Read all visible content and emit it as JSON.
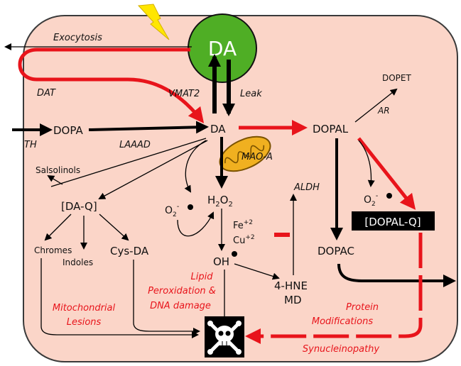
{
  "labels": {
    "exocytosis": "Exocytosis",
    "dat": "DAT",
    "da_vesicle": "DA",
    "vmat2": "VMAT2",
    "leak": "Leak",
    "dopet": "DOPET",
    "ar": "AR",
    "dopa": "DOPA",
    "th": "TH",
    "laaad": "LAAAD",
    "da": "DA",
    "dopal": "DOPAL",
    "mao_a": "MAO-A",
    "salsolinols": "Salsolinols",
    "da_q": "[DA-Q]",
    "aldh": "ALDH",
    "h2o2_h": "H",
    "h2o2_sub": "2",
    "h2o2_o": "O",
    "o2_left": "O",
    "o2_left_sub": "2",
    "o2_left_sup": "-",
    "o2_right": "O",
    "o2_right_sub": "2",
    "o2_right_sup": "-",
    "fe": "Fe",
    "fe_sup": "+2",
    "cu": "Cu",
    "cu_sup": "+2",
    "dopal_q": "[DOPAL-Q]",
    "chromes": "Chromes",
    "indoles": "Indoles",
    "cys_da": "Cys-DA",
    "dopac": "DOPAC",
    "oh": "OH",
    "lipid_1": "Lipid",
    "lipid_2": "Peroxidation &",
    "lipid_3": "DNA damage",
    "hne": "4-HNE",
    "md": "MD",
    "mito_1": "Mitochondrial",
    "mito_2": "Lesions",
    "prot_1": "Protein",
    "prot_2": "Modifications",
    "synuclein": "Synucleinopathy"
  },
  "colors": {
    "cell_fill": "#fbd5c8",
    "vesicle_fill": "#4fae25",
    "arrow_red": "#e8141b",
    "arrow_black": "#000000",
    "lightning": "#ffe600",
    "mito_fill": "#f0b020"
  },
  "icons": {
    "toxicity": "skull-crossbones-icon",
    "mitochondrion": "mitochondrion-icon",
    "stimulus": "lightning-icon"
  }
}
